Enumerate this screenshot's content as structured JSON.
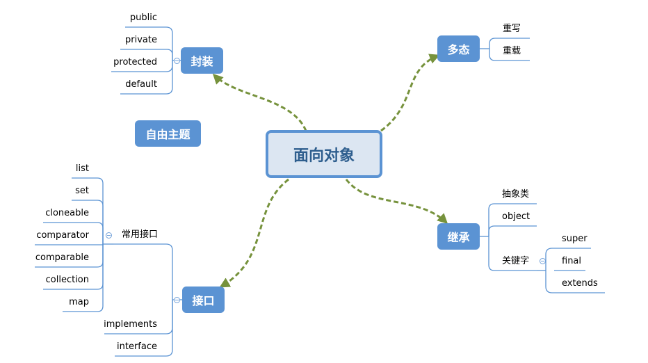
{
  "central_topic": "面向对象",
  "floating_topic": "自由主题",
  "branches": {
    "encapsulation": {
      "label": "封装",
      "children": [
        "public",
        "private",
        "protected",
        "default"
      ]
    },
    "polymorphism": {
      "label": "多态",
      "children": [
        "重写",
        "重载"
      ]
    },
    "inheritance": {
      "label": "继承",
      "children": [
        "抽象类",
        "object",
        "关键字"
      ],
      "keyword_children": [
        "super",
        "final",
        "extends"
      ]
    },
    "interface": {
      "label": "接口",
      "children": [
        "常用接口",
        "implements",
        "interface"
      ],
      "common_children": [
        "list",
        "set",
        "cloneable",
        "comparator",
        "comparable",
        "collection",
        "map"
      ]
    }
  },
  "colors": {
    "topic_fill": "#5b93d3",
    "center_fill": "#dce6f2",
    "center_border": "#5b93d3",
    "center_text": "#2e5e8e",
    "connector": "#76923c",
    "leaf_line": "#5b93d3"
  }
}
